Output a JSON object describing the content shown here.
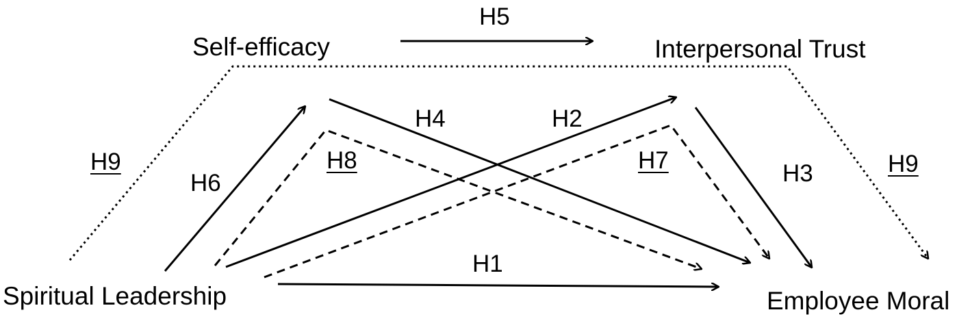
{
  "nodes": {
    "self_efficacy": "Self-efficacy",
    "interpersonal_trust": "Interpersonal Trust",
    "spiritual_leadership": "Spiritual Leadership",
    "employee_moral": "Employee Moral"
  },
  "edges": {
    "h1": "H1",
    "h2": "H2",
    "h3": "H3",
    "h4": "H4",
    "h5": "H5",
    "h6": "H6",
    "h7": "H7",
    "h8": "H8",
    "h9_left": "H9",
    "h9_right": "H9"
  },
  "line_styles": {
    "direct": "solid",
    "mediation": "dashed",
    "chain_mediation": "dotted"
  },
  "colors": {
    "stroke": "#000000",
    "background": "#ffffff"
  }
}
